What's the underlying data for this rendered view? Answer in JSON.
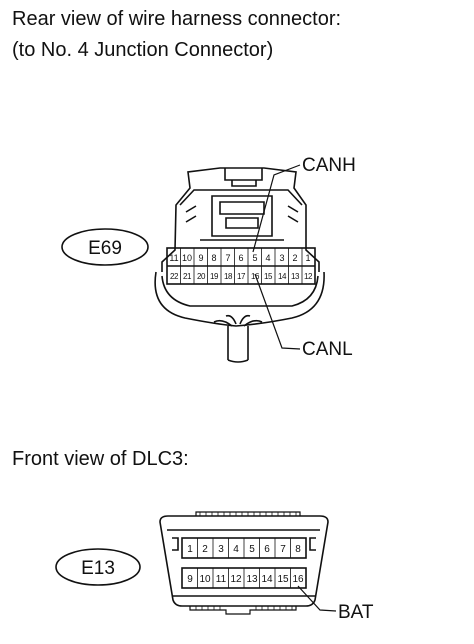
{
  "captions": {
    "rear_line1": "Rear view of wire harness connector:",
    "rear_line2": "(to No. 4 Junction Connector)",
    "front": "Front view of DLC3:"
  },
  "connectors": {
    "e69": {
      "id": "E69",
      "top_row": [
        "11",
        "10",
        "9",
        "8",
        "7",
        "6",
        "5",
        "4",
        "3",
        "2",
        "1"
      ],
      "bottom_row": [
        "22",
        "21",
        "20",
        "19",
        "18",
        "17",
        "16",
        "15",
        "14",
        "13",
        "12"
      ]
    },
    "e13": {
      "id": "E13",
      "top_row": [
        "1",
        "2",
        "3",
        "4",
        "5",
        "6",
        "7",
        "8"
      ],
      "bottom_row": [
        "9",
        "10",
        "11",
        "12",
        "13",
        "14",
        "15",
        "16"
      ]
    }
  },
  "callouts": {
    "canh": "CANH",
    "canl": "CANL",
    "bat": "BAT"
  }
}
